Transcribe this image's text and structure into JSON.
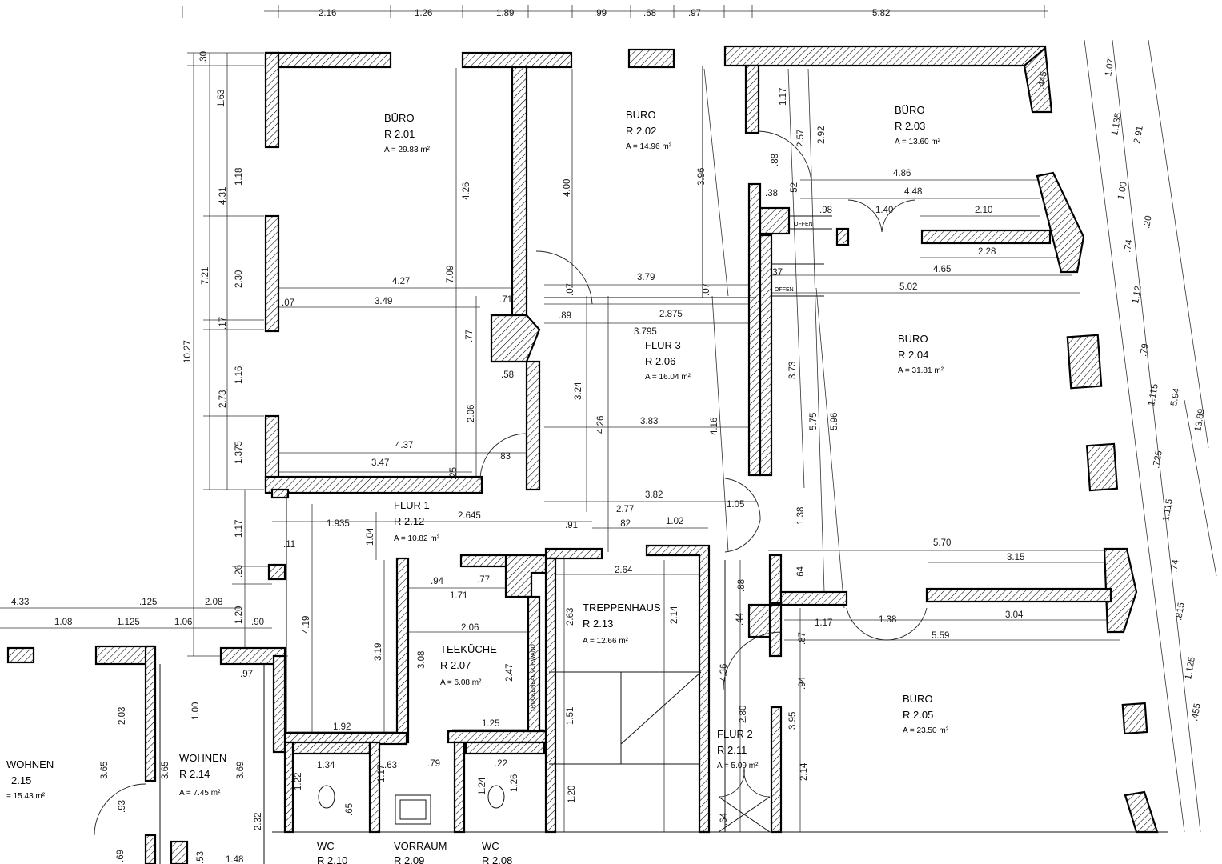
{
  "rooms": [
    {
      "key": "r201",
      "type": "BÜRO",
      "id": "R 2.01",
      "area": "A = 29.83 m²"
    },
    {
      "key": "r202",
      "type": "BÜRO",
      "id": "R 2.02",
      "area": "A = 14.96 m²"
    },
    {
      "key": "r203",
      "type": "BÜRO",
      "id": "R 2.03",
      "area": "A = 13.60 m²"
    },
    {
      "key": "r204",
      "type": "BÜRO",
      "id": "R 2.04",
      "area": "A = 31.81 m²"
    },
    {
      "key": "r205",
      "type": "BÜRO",
      "id": "R 2.05",
      "area": "A = 23.50 m²"
    },
    {
      "key": "r206",
      "type": "FLUR 3",
      "id": "R 2.06",
      "area": "A = 16.04 m²"
    },
    {
      "key": "r207",
      "type": "TEEKÜCHE",
      "id": "R 2.07",
      "area": "A = 6.08 m²"
    },
    {
      "key": "r211",
      "type": "FLUR 2",
      "id": "R 2.11",
      "area": "A = 5.09 m²"
    },
    {
      "key": "r212",
      "type": "FLUR 1",
      "id": "R 2.12",
      "area": "A = 10.82 m²"
    },
    {
      "key": "r213",
      "type": "TREPPENHAUS",
      "id": "R 2.13",
      "area": "A = 12.66 m²"
    },
    {
      "key": "r214",
      "type": "WOHNEN",
      "id": "R 2.14",
      "area": "A = 7.45 m²"
    },
    {
      "key": "r215",
      "type": "WOHNEN",
      "id": "2.15",
      "area": "= 15.43 m²"
    },
    {
      "key": "wc210",
      "type": "WC",
      "id": "R 2.10",
      "area": ""
    },
    {
      "key": "vr209",
      "type": "VORRAUM",
      "id": "R 2.09",
      "area": ""
    },
    {
      "key": "wc208",
      "type": "WC",
      "id": "R 2.08",
      "area": ""
    }
  ],
  "labels": {
    "offen1": "OFFEN",
    "offen2": "OFFEN",
    "trockenbau": "TROCKENBAUVORWAND"
  },
  "dims_h": [
    {
      "t": "2.16"
    },
    {
      "t": "1.26"
    },
    {
      "t": "1.89"
    },
    {
      "t": ".99"
    },
    {
      "t": ".68"
    },
    {
      "t": ".97"
    },
    {
      "t": "5.82"
    },
    {
      "t": "4.27"
    },
    {
      "t": "3.49"
    },
    {
      "t": ".07"
    },
    {
      "t": ".71"
    },
    {
      "t": ".89"
    },
    {
      "t": "3.79"
    },
    {
      "t": "2.875"
    },
    {
      "t": "3.795"
    },
    {
      "t": "4.37"
    },
    {
      "t": "3.47"
    },
    {
      "t": ".83"
    },
    {
      "t": ".58"
    },
    {
      "t": "3.83"
    },
    {
      "t": "3.82"
    },
    {
      "t": "1.05"
    },
    {
      "t": "1.935"
    },
    {
      "t": "2.645"
    },
    {
      "t": ".91"
    },
    {
      "t": "2.77"
    },
    {
      "t": ".82"
    },
    {
      "t": "1.02"
    },
    {
      "t": ".94"
    },
    {
      "t": ".77"
    },
    {
      "t": "1.71"
    },
    {
      "t": "2.06"
    },
    {
      "t": "2.64"
    },
    {
      "t": "1.92"
    },
    {
      "t": "1.25"
    },
    {
      "t": "4.86"
    },
    {
      "t": "4.48"
    },
    {
      "t": "1.40"
    },
    {
      "t": "2.10"
    },
    {
      "t": "2.28"
    },
    {
      "t": "4.65"
    },
    {
      "t": "5.02"
    },
    {
      "t": ".38"
    },
    {
      "t": ".98"
    },
    {
      "t": ".37"
    },
    {
      "t": "5.70"
    },
    {
      "t": "3.15"
    },
    {
      "t": "1.17"
    },
    {
      "t": "1.38"
    },
    {
      "t": "3.04"
    },
    {
      "t": "5.59"
    },
    {
      "t": "4.33"
    },
    {
      "t": ".125"
    },
    {
      "t": "2.08"
    },
    {
      "t": "1.08"
    },
    {
      "t": "1.125"
    },
    {
      "t": "1.06"
    },
    {
      "t": ".90"
    },
    {
      "t": "1.34"
    },
    {
      "t": ".63"
    },
    {
      "t": ".79"
    },
    {
      "t": ".22"
    },
    {
      "t": "1.48"
    },
    {
      "t": ".97"
    },
    {
      "t": ".11"
    }
  ],
  "dims_v": [
    {
      "t": ".30"
    },
    {
      "t": "1.63"
    },
    {
      "t": "1.18"
    },
    {
      "t": "4.31"
    },
    {
      "t": "7.21"
    },
    {
      "t": "2.30"
    },
    {
      "t": ".17"
    },
    {
      "t": "1.16"
    },
    {
      "t": "2.73"
    },
    {
      "t": "1.375"
    },
    {
      "t": "10.27"
    },
    {
      "t": "1.17"
    },
    {
      "t": ".26"
    },
    {
      "t": "1.20"
    },
    {
      "t": "4.19"
    },
    {
      "t": "3.19"
    },
    {
      "t": "1.04"
    },
    {
      "t": "4.26"
    },
    {
      "t": "7.09"
    },
    {
      "t": ".77"
    },
    {
      "t": "2.06"
    },
    {
      "t": ".25"
    },
    {
      "t": "4.00"
    },
    {
      "t": ".07"
    },
    {
      "t": "3.24"
    },
    {
      "t": "4.26"
    },
    {
      "t": "3.96"
    },
    {
      "t": ".07"
    },
    {
      "t": "4.16"
    },
    {
      "t": "3.73"
    },
    {
      "t": "5.75"
    },
    {
      "t": "5.96"
    },
    {
      "t": "1.38"
    },
    {
      "t": ".64"
    },
    {
      "t": ".88"
    },
    {
      "t": ".44"
    },
    {
      "t": ".87"
    },
    {
      "t": ".94"
    },
    {
      "t": "4.36"
    },
    {
      "t": "2.80"
    },
    {
      "t": "3.95"
    },
    {
      "t": "2.14"
    },
    {
      "t": ".64"
    },
    {
      "t": "2.63"
    },
    {
      "t": "2.14"
    },
    {
      "t": "1.51"
    },
    {
      "t": "1.20"
    },
    {
      "t": "3.08"
    },
    {
      "t": "2.47"
    },
    {
      "t": "1.17"
    },
    {
      "t": "1.22"
    },
    {
      "t": ".65"
    },
    {
      "t": "1.26"
    },
    {
      "t": "1.24"
    },
    {
      "t": "2.03"
    },
    {
      "t": "3.65"
    },
    {
      "t": "3.65"
    },
    {
      "t": ".93"
    },
    {
      "t": "1.00"
    },
    {
      "t": "3.69"
    },
    {
      "t": "2.32"
    },
    {
      "t": "1.17"
    },
    {
      "t": "2.57"
    },
    {
      "t": "2.92"
    },
    {
      "t": ".88"
    },
    {
      "t": ".52"
    },
    {
      "t": "1.07"
    },
    {
      "t": "1.135"
    },
    {
      "t": "2.91"
    },
    {
      "t": "1.00"
    },
    {
      "t": ".20"
    },
    {
      "t": ".74"
    },
    {
      "t": "1.12"
    },
    {
      "t": ".79"
    },
    {
      "t": "1.115"
    },
    {
      "t": "5.94"
    },
    {
      "t": "13.89"
    },
    {
      "t": ".725"
    },
    {
      "t": "1.115"
    },
    {
      "t": ".74"
    },
    {
      "t": ".815"
    },
    {
      "t": "1.125"
    },
    {
      "t": ".455"
    },
    {
      "t": ".445"
    },
    {
      "t": ".69"
    },
    {
      "t": ".53"
    }
  ]
}
